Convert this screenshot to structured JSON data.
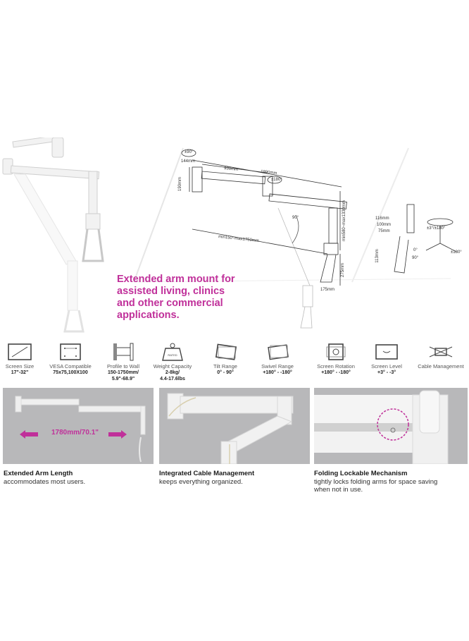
{
  "tagline": {
    "lines": [
      "Extended arm mount for",
      "assisted living, clinics",
      "and other commercial",
      "applications."
    ],
    "color": "#c0309a"
  },
  "diagram": {
    "rotation_top": "±90°",
    "rotation_mid": "±180°",
    "dim_144": "144mm",
    "dim_190": "190mm",
    "dim_930": "930mm",
    "dim_1890": "1890mm",
    "angle_90": "90°",
    "dim_range_horiz": "min150~max1750mm",
    "dim_range_vert": "min580~max1330mm",
    "dim_275": "275mm",
    "dim_175": "175mm",
    "dim_116": "116mm",
    "dim_100": "100mm",
    "dim_75": "75mm",
    "dim_113": "113mm",
    "tilt_top": "±3°/±180°",
    "tilt_0": "0°",
    "tilt_90": "90°",
    "swivel_right": "±180°"
  },
  "features": [
    {
      "icon": "screen-size-icon",
      "label": "Screen Size",
      "value": "17\"-32\""
    },
    {
      "icon": "vesa-icon",
      "label": "VESA Compatible",
      "value": "75x75,100X100"
    },
    {
      "icon": "profile-wall-icon",
      "label": "Profile to Wall",
      "value": "150-1750mm/",
      "value2": "5.9\"-68.9\""
    },
    {
      "icon": "weight-icon",
      "label": "Weight Capacity",
      "value": "2-8kg/",
      "value2": "4.4-17.6lbs",
      "badge": "RATED"
    },
    {
      "icon": "tilt-icon",
      "label": "Tilt Range",
      "value": "0° - 90°"
    },
    {
      "icon": "swivel-icon",
      "label": "Swivel Range",
      "value": "+180° - -180°"
    },
    {
      "icon": "rotation-icon",
      "label": "Screen Rotation",
      "value": "+180° - -180°"
    },
    {
      "icon": "level-icon",
      "label": "Screen Level",
      "value": "+3° - -3°"
    },
    {
      "icon": "cable-icon",
      "label": "Cable Management",
      "value": ""
    }
  ],
  "panels": [
    {
      "title": "Extended Arm Length",
      "desc": "accommodates most users.",
      "overlay": "1780mm/70.1\""
    },
    {
      "title": "Integrated Cable Management",
      "desc": "keeps everything organized."
    },
    {
      "title": "Folding Lockable Mechanism",
      "desc": "tightly locks folding arms for space saving",
      "desc2": "when not in use."
    }
  ]
}
